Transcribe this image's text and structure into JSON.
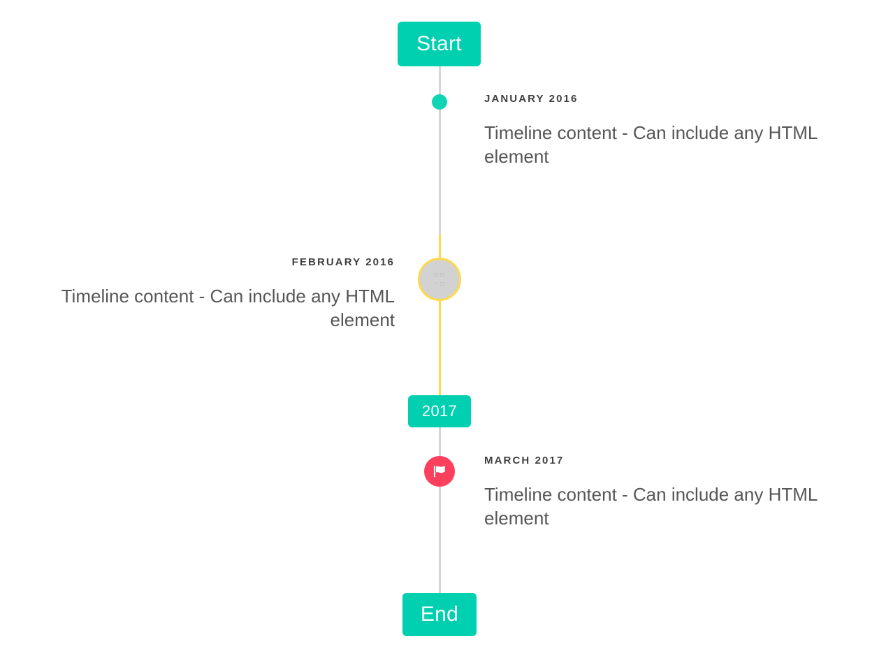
{
  "timeline": {
    "axis": {
      "line_color_default": "#d5d5d5",
      "line_color_highlight": "#ffd84b"
    },
    "start_badge": {
      "label": "Start",
      "color": "#00cfb0"
    },
    "year_badge": {
      "label": "2017",
      "color": "#00cfb0"
    },
    "end_badge": {
      "label": "End",
      "color": "#00cfb0"
    },
    "entries": [
      {
        "date": "JANUARY 2016",
        "body": "Timeline content - Can include any HTML element",
        "side": "right",
        "marker": {
          "type": "dot",
          "icon": "none",
          "color": "#10d5b4"
        }
      },
      {
        "date": "FEBRUARY 2016",
        "body": "Timeline content - Can include any HTML element",
        "side": "left",
        "marker": {
          "type": "circle",
          "icon": "missing-glyph-icon",
          "glyph": "▫▫\n·▫",
          "color": "#d2d2d2",
          "border_color": "#ffd84b"
        }
      },
      {
        "date": "MARCH 2017",
        "body": "Timeline content - Can include any HTML element",
        "side": "right",
        "marker": {
          "type": "circle",
          "icon": "flag-icon",
          "color": "#fd3f5e"
        }
      }
    ]
  }
}
